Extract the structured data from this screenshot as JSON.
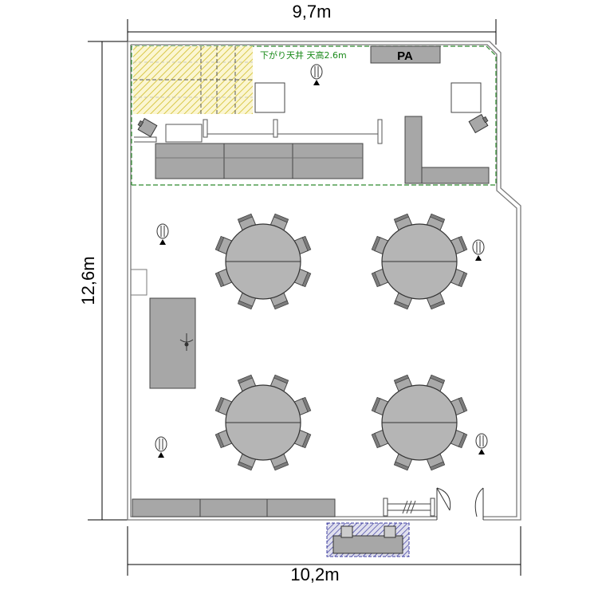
{
  "dimensions": {
    "top": "9,7m",
    "left": "12,6m",
    "bottom": "10,2m"
  },
  "stage": {
    "ceiling_note": "下がり天井 天高2.6m",
    "pa_label": "PA"
  },
  "tables": {
    "count": 4,
    "chairs_per_table": 8
  },
  "colors": {
    "wall": "#7a7a7a",
    "furniture": "#a7a7a7",
    "table": "#b5b5b5",
    "stage_line": "#2e8b2e",
    "hatch_yellow": "#e6d96a",
    "hatch_blue": "#3c3ca0"
  },
  "icons": [
    "downlight-icon",
    "speaker-icon",
    "door-icon",
    "stage-floor-hatch"
  ]
}
